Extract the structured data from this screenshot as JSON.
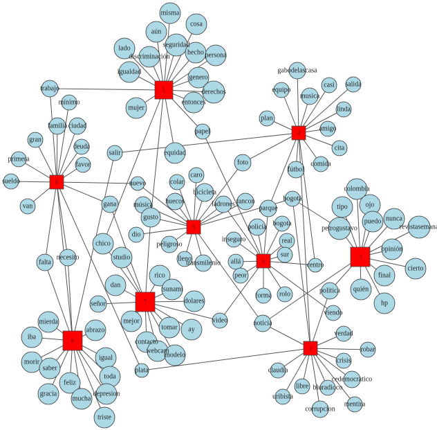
{
  "colors": {
    "word_node": "#add8e6",
    "topic_node": "#ff0000",
    "edge": "#555555"
  },
  "hubs": [
    "1",
    "2",
    "3",
    "4",
    "5",
    "6",
    "7",
    "8",
    "9"
  ],
  "nodes": [
    "misma",
    "cosa",
    "aún",
    "lado",
    "seguridad",
    "hecho",
    "persona",
    "discriminación",
    "igualdad",
    "genero",
    "derechos",
    "entonces",
    "mujer",
    "trabajo",
    "mínimo",
    "familia",
    "ciudad",
    "gran",
    "deuda",
    "favor",
    "primera",
    "sueldo",
    "van",
    "salir",
    "equidad",
    "papel",
    "nuevo",
    "gana",
    "música",
    "colar",
    "caro",
    "bicicleta",
    "huecos",
    "ladrones",
    "foto",
    "rancon",
    "gabodelascasa",
    "equipo",
    "casi",
    "salida",
    "musica",
    "linda",
    "plan",
    "amigo",
    "cita",
    "comida",
    "fútbol",
    "bogotá",
    "parque",
    "colombia",
    "tipo",
    "ojo",
    "policía",
    "bogota",
    "petrogustavo",
    "puedo",
    "nunca",
    "revistasemana",
    "inseguro",
    "real",
    "opinión",
    "sur",
    "allá",
    "centro",
    "cierto",
    "peor",
    "final",
    "forma",
    "rolo",
    "política",
    "quién",
    "hp",
    "viendo",
    "video",
    "noticia",
    "verdad",
    "robar",
    "crisis",
    "claudia",
    "cedemocratico",
    "libre",
    "bluradioco",
    "uribista",
    "mentira",
    "corrupcion",
    "gusto",
    "dio",
    "peligroso",
    "lleno",
    "transmilenio",
    "chico",
    "studio",
    "falta",
    "necesito",
    "rico",
    "dan",
    "tsunami",
    "señor",
    "dolares",
    "mejor",
    "mierda",
    "abrazo",
    "tomar",
    "ay",
    "iba",
    "contacto",
    "webcam",
    "modelo",
    "morir",
    "igual",
    "saber",
    "plata",
    "toda",
    "feliz",
    "gracia",
    "depresion",
    "mucha",
    "triste"
  ],
  "edges": [
    [
      "1",
      "misma"
    ],
    [
      "1",
      "cosa"
    ],
    [
      "1",
      "aún"
    ],
    [
      "1",
      "lado"
    ],
    [
      "1",
      "seguridad"
    ],
    [
      "1",
      "hecho"
    ],
    [
      "1",
      "persona"
    ],
    [
      "1",
      "discriminación"
    ],
    [
      "1",
      "igualdad"
    ],
    [
      "1",
      "genero"
    ],
    [
      "1",
      "derechos"
    ],
    [
      "1",
      "entonces"
    ],
    [
      "1",
      "mujer"
    ],
    [
      "1",
      "trabajo"
    ],
    [
      "1",
      "equidad"
    ],
    [
      "1",
      "papel"
    ],
    [
      "1",
      "chico"
    ],
    [
      "1",
      "gusto"
    ],
    [
      "9",
      "trabajo"
    ],
    [
      "9",
      "mínimo"
    ],
    [
      "9",
      "familia"
    ],
    [
      "9",
      "ciudad"
    ],
    [
      "9",
      "gran"
    ],
    [
      "9",
      "deuda"
    ],
    [
      "9",
      "favor"
    ],
    [
      "9",
      "primera"
    ],
    [
      "9",
      "sueldo"
    ],
    [
      "9",
      "van"
    ],
    [
      "9",
      "nuevo"
    ],
    [
      "9",
      "gana"
    ],
    [
      "9",
      "falta"
    ],
    [
      "9",
      "necesito"
    ],
    [
      "9",
      "plata"
    ],
    [
      "9",
      "8"
    ],
    [
      "4",
      "gabodelascasa"
    ],
    [
      "4",
      "equipo"
    ],
    [
      "4",
      "casi"
    ],
    [
      "4",
      "salida"
    ],
    [
      "4",
      "musica"
    ],
    [
      "4",
      "linda"
    ],
    [
      "4",
      "plan"
    ],
    [
      "4",
      "amigo"
    ],
    [
      "4",
      "cita"
    ],
    [
      "4",
      "comida"
    ],
    [
      "4",
      "fútbol"
    ],
    [
      "4",
      "foto"
    ],
    [
      "4",
      "salir"
    ],
    [
      "4",
      "parque"
    ],
    [
      "4",
      "centro"
    ],
    [
      "4",
      "2"
    ],
    [
      "5",
      "nuevo"
    ],
    [
      "5",
      "música"
    ],
    [
      "5",
      "gusto"
    ],
    [
      "5",
      "dio"
    ],
    [
      "5",
      "colar"
    ],
    [
      "5",
      "caro"
    ],
    [
      "5",
      "bicicleta"
    ],
    [
      "5",
      "huecos"
    ],
    [
      "5",
      "ladrones"
    ],
    [
      "5",
      "rancon"
    ],
    [
      "5",
      "peligroso"
    ],
    [
      "5",
      "lleno"
    ],
    [
      "5",
      "transmilenio"
    ],
    [
      "5",
      "bogotá"
    ],
    [
      "5",
      "foto"
    ],
    [
      "5",
      "noticia"
    ],
    [
      "6",
      "papel"
    ],
    [
      "6",
      "ladrones"
    ],
    [
      "6",
      "parque"
    ],
    [
      "6",
      "policía"
    ],
    [
      "6",
      "bogota"
    ],
    [
      "6",
      "real"
    ],
    [
      "6",
      "sur"
    ],
    [
      "6",
      "inseguro"
    ],
    [
      "6",
      "allá"
    ],
    [
      "6",
      "peor"
    ],
    [
      "6",
      "centro"
    ],
    [
      "6",
      "forma"
    ],
    [
      "6",
      "rolo"
    ],
    [
      "6",
      "video"
    ],
    [
      "6",
      "viendo"
    ],
    [
      "3",
      "colombia"
    ],
    [
      "3",
      "tipo"
    ],
    [
      "3",
      "ojo"
    ],
    [
      "3",
      "petrogustavo"
    ],
    [
      "3",
      "puedo"
    ],
    [
      "3",
      "nunca"
    ],
    [
      "3",
      "revistasemana"
    ],
    [
      "3",
      "opinión"
    ],
    [
      "3",
      "cierto"
    ],
    [
      "3",
      "final"
    ],
    [
      "3",
      "quién"
    ],
    [
      "3",
      "hp"
    ],
    [
      "3",
      "política"
    ],
    [
      "3",
      "noticia"
    ],
    [
      "bogotá",
      "petrogustavo"
    ],
    [
      "2",
      "verdad"
    ],
    [
      "2",
      "robar"
    ],
    [
      "2",
      "crisis"
    ],
    [
      "2",
      "claudia"
    ],
    [
      "2",
      "cedemocratico"
    ],
    [
      "2",
      "libre"
    ],
    [
      "2",
      "bluradioco"
    ],
    [
      "2",
      "uribista"
    ],
    [
      "2",
      "mentira"
    ],
    [
      "2",
      "corrupcion"
    ],
    [
      "2",
      "noticia"
    ],
    [
      "2",
      "política"
    ],
    [
      "2",
      "bogotá"
    ],
    [
      "2",
      "plata"
    ],
    [
      "7",
      "chico"
    ],
    [
      "7",
      "studio"
    ],
    [
      "7",
      "rico"
    ],
    [
      "7",
      "dan"
    ],
    [
      "7",
      "tsunami"
    ],
    [
      "7",
      "señor"
    ],
    [
      "7",
      "dolares"
    ],
    [
      "7",
      "mejor"
    ],
    [
      "7",
      "tomar"
    ],
    [
      "7",
      "ay"
    ],
    [
      "7",
      "contacto"
    ],
    [
      "7",
      "webcam"
    ],
    [
      "7",
      "modelo"
    ],
    [
      "7",
      "video"
    ],
    [
      "7",
      "gusto"
    ],
    [
      "7",
      "gana"
    ],
    [
      "8",
      "falta"
    ],
    [
      "8",
      "necesito"
    ],
    [
      "8",
      "mierda"
    ],
    [
      "8",
      "abrazo"
    ],
    [
      "8",
      "iba"
    ],
    [
      "8",
      "morir"
    ],
    [
      "8",
      "saber"
    ],
    [
      "8",
      "igual"
    ],
    [
      "8",
      "toda"
    ],
    [
      "8",
      "feliz"
    ],
    [
      "8",
      "gracia"
    ],
    [
      "8",
      "depresion"
    ],
    [
      "8",
      "mucha"
    ],
    [
      "8",
      "triste"
    ],
    [
      "8",
      "salir"
    ]
  ]
}
